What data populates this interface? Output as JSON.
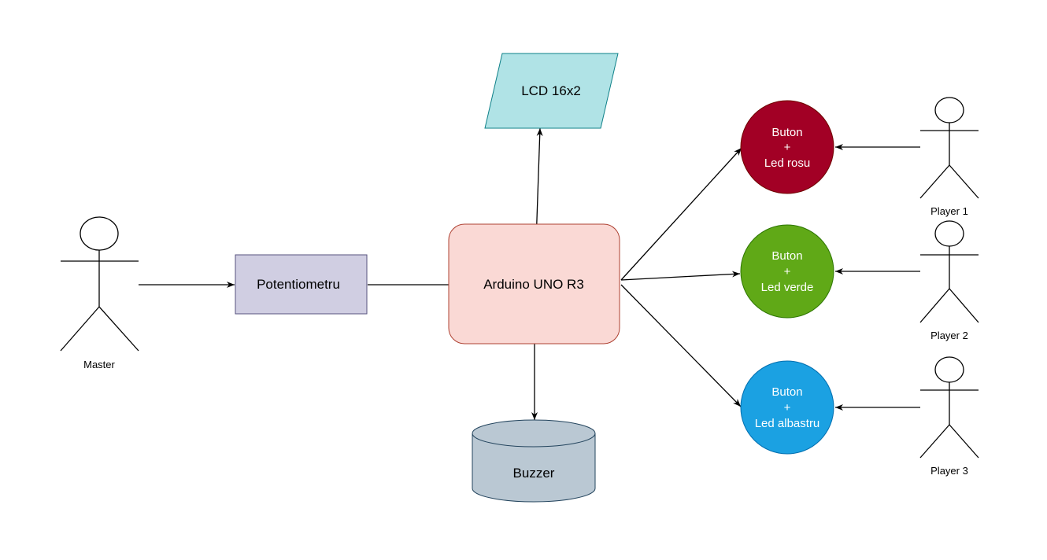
{
  "diagram": {
    "nodes": {
      "lcd": {
        "label": "LCD 16x2",
        "fill": "#b0e3e6",
        "stroke": "#0e8088"
      },
      "arduino": {
        "label": "Arduino UNO R3",
        "fill": "#fad9d5",
        "stroke": "#ae4132"
      },
      "potentiometer": {
        "label": "Potentiometru",
        "fill": "#d0cee2",
        "stroke": "#56517e"
      },
      "buzzer": {
        "label": "Buzzer",
        "fill": "#bac8d3",
        "stroke": "#23445d"
      },
      "red": {
        "line1": "Buton",
        "line2": "+",
        "line3": "Led rosu",
        "fill": "#a20025",
        "stroke": "#6f0000"
      },
      "green": {
        "line1": "Buton",
        "line2": "+",
        "line3": "Led verde",
        "fill": "#60a917",
        "stroke": "#2d7600"
      },
      "blue": {
        "line1": "Buton",
        "line2": "+",
        "line3": "Led albastru",
        "fill": "#1ba1e2",
        "stroke": "#006eaf"
      }
    },
    "actors": {
      "master": "Master",
      "player1": "Player 1",
      "player2": "Player 2",
      "player3": "Player 3"
    },
    "edges": [
      {
        "from": "master",
        "to": "potentiometer"
      },
      {
        "from": "potentiometer",
        "to": "arduino"
      },
      {
        "from": "arduino",
        "to": "lcd"
      },
      {
        "from": "arduino",
        "to": "buzzer"
      },
      {
        "from": "arduino",
        "to": "red"
      },
      {
        "from": "arduino",
        "to": "green"
      },
      {
        "from": "arduino",
        "to": "blue"
      },
      {
        "from": "player1",
        "to": "red"
      },
      {
        "from": "player2",
        "to": "green"
      },
      {
        "from": "player3",
        "to": "blue"
      }
    ]
  }
}
